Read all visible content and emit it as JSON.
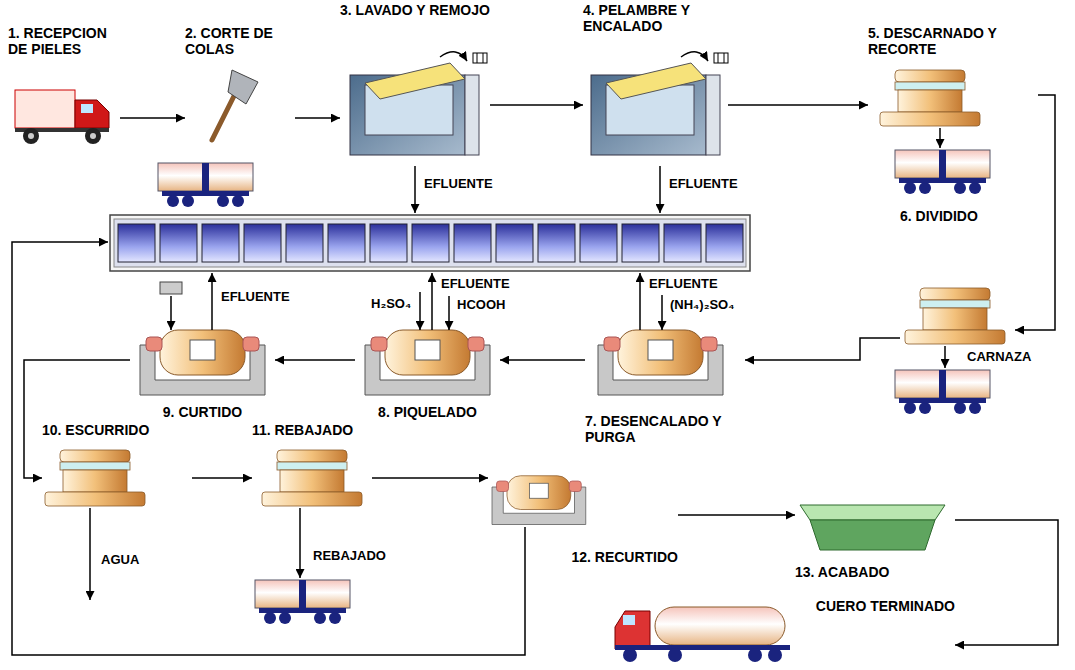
{
  "diagram": {
    "nodes": [
      {
        "text": [
          "1. RECEPCION DE PIELES"
        ]
      },
      {
        "text": [
          "2. CORTE DE COLAS"
        ]
      },
      {
        "text": [
          "3. LAVADO Y REMOJO"
        ]
      },
      {
        "text": [
          "4. PELAMBRE Y ENCALADO"
        ]
      },
      {
        "text": [
          "5. DESCARNADO Y RECORTE"
        ]
      },
      {
        "text": [
          "6. DIVIDIDO"
        ]
      },
      {
        "text": [
          "7. DESENCALADO Y PURGA"
        ]
      },
      {
        "text": [
          "8. PIQUELADO"
        ]
      },
      {
        "text": [
          "9. CURTIDO"
        ]
      },
      {
        "text": [
          "10. ESCURRIDO"
        ]
      },
      {
        "text": [
          "11. REBAJADO"
        ]
      },
      {
        "text": [
          "12. RECURTIDO"
        ]
      },
      {
        "text": [
          "13. ACABADO"
        ]
      },
      {
        "text": [
          "CUERO TERMINADO"
        ]
      }
    ],
    "edges": [
      {
        "from": 0,
        "to": 1,
        "arrow": "to"
      },
      {
        "from": 1,
        "to": 2,
        "arrow": "to"
      },
      {
        "from": 2,
        "to": 3,
        "arrow": "to"
      },
      {
        "from": 3,
        "to": 4,
        "arrow": "to"
      },
      {
        "from": 4,
        "to": 5,
        "arrow": "to"
      },
      {
        "from": 5,
        "to": 6,
        "arrow": "to"
      },
      {
        "from": 6,
        "to": 7,
        "arrow": "to"
      },
      {
        "from": 7,
        "to": 8,
        "arrow": "to"
      },
      {
        "from": 8,
        "to": 9,
        "arrow": "to"
      },
      {
        "from": 9,
        "to": 10,
        "arrow": "to"
      },
      {
        "from": 10,
        "to": 11,
        "arrow": "to"
      },
      {
        "from": 11,
        "to": 12,
        "arrow": "to"
      },
      {
        "from": 12,
        "to": 13,
        "arrow": "to"
      }
    ],
    "labels": [
      "EFLUENTE",
      "EFLUENTE",
      "EFLUENTE",
      "H₂SO₄",
      "EFLUENTE",
      "HCOOH",
      "EFLUENTE",
      "(NH₄)₂SO₄",
      "CARNAZA",
      "AGUA",
      "REBAJADO"
    ]
  }
}
